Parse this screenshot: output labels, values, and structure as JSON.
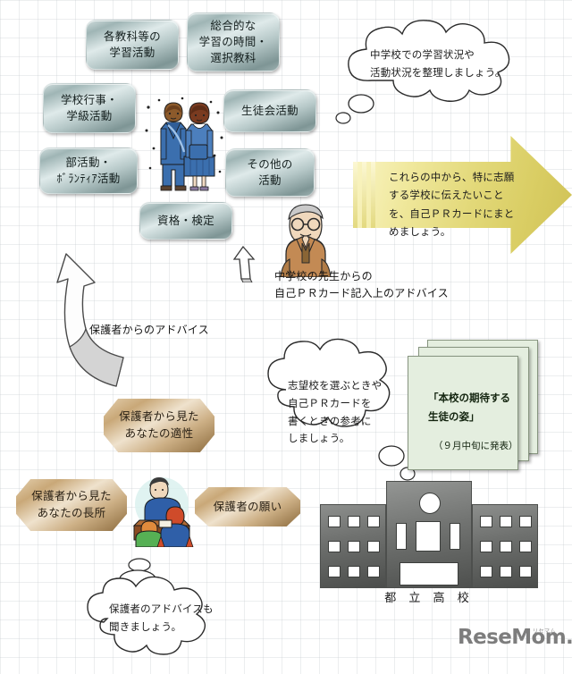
{
  "diagram": {
    "title_caption_teacher_line1": "中学校の先生からの",
    "title_caption_teacher_line2": "自己ＰＲカード記入上のアドバイス",
    "guardian_arrow_caption": "保護者からのアドバイス",
    "school_label": "都 立 高 校"
  },
  "activity_boxes": [
    {
      "id": "box-subject-study",
      "lines": [
        "各教科等の",
        "学習活動"
      ]
    },
    {
      "id": "box-integrated-study",
      "lines": [
        "総合的な",
        "学習の時間・",
        "選択教科"
      ]
    },
    {
      "id": "box-school-events",
      "lines": [
        "学校行事・",
        "学級活動"
      ]
    },
    {
      "id": "box-student-council",
      "lines": [
        "生徒会活動"
      ]
    },
    {
      "id": "box-club-volunteer",
      "lines": [
        "部活動・",
        "ﾎﾞﾗﾝﾃｨｱ活動"
      ]
    },
    {
      "id": "box-other-activities",
      "lines": [
        "その他の",
        "活動"
      ]
    },
    {
      "id": "box-qualifications",
      "lines": [
        "資格・検定"
      ]
    }
  ],
  "guardian_boxes": [
    {
      "id": "box-guardian-aptitude",
      "lines": [
        "保護者から見た",
        "あなたの適性"
      ]
    },
    {
      "id": "box-guardian-strength",
      "lines": [
        "保護者から見た",
        "あなたの長所"
      ]
    },
    {
      "id": "box-guardian-wish",
      "lines": [
        "保護者の願い"
      ]
    }
  ],
  "clouds": [
    {
      "id": "cloud-organize",
      "lines": [
        "中学校での学習状況や",
        "活動状況を整理しましょう。"
      ]
    },
    {
      "id": "cloud-reference",
      "lines": [
        "志望校を選ぶときや",
        "自己ＰＲカードを",
        "書くときの参考に",
        "しましょう。"
      ]
    },
    {
      "id": "cloud-listen-guardian",
      "lines": [
        "保護者のアドバイスも",
        "聞きましょう。"
      ]
    }
  ],
  "arrow": {
    "id": "arrow-summarize",
    "lines": [
      "これらの中から、特に志願",
      "する学校に伝えたいこと",
      "を、自己ＰＲカードにまと",
      "めましょう。"
    ],
    "color": "#e2d878"
  },
  "documents": {
    "id": "doc-expected-student",
    "title_line1": "「本校の期待する",
    "title_line2": "生徒の姿」",
    "note": "（９月中旬に発表）",
    "color": "#e4eedf"
  },
  "logo": {
    "text": "ReseMom.",
    "kana": "リセマム"
  },
  "colors": {
    "teal_box": "#9fb5b5",
    "tan_box": "#c9a878",
    "arrow_yellow": "#e2d878",
    "doc_green": "#e4eedf",
    "building_grey": "#6f716f"
  }
}
